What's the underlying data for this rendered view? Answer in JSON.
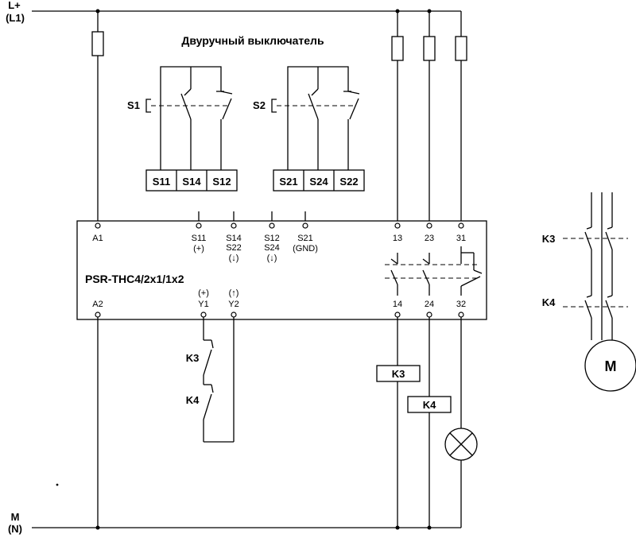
{
  "supply": {
    "top_label": "L+",
    "top_sub": "(L1)",
    "bottom_label": "M",
    "bottom_sub": "(N)"
  },
  "switch_block": {
    "title": "Двуручный выключатель",
    "s1": "S1",
    "s2": "S2",
    "terminals_left": [
      "S11",
      "S14",
      "S12"
    ],
    "terminals_right": [
      "S21",
      "S24",
      "S22"
    ]
  },
  "relay": {
    "model": "PSR-THC4/2x1/1x2",
    "top_terminals": {
      "a1": "A1",
      "s11": "S11",
      "s11_sub": "(+)",
      "s14": "S14",
      "s22": "S22",
      "s14_sub": "(↓)",
      "s12": "S12",
      "s24": "S24",
      "s12_sub": "(↓)",
      "s21": "S21",
      "s21_sub": "(GND)",
      "t13": "13",
      "t23": "23",
      "t31": "31"
    },
    "bottom_terminals": {
      "a2": "A2",
      "y1_sup": "(+)",
      "y1": "Y1",
      "y2_sup": "(↑)",
      "y2": "Y2",
      "t14": "14",
      "t24": "24",
      "t32": "32"
    }
  },
  "feedback": {
    "k3": "K3",
    "k4": "K4"
  },
  "coils": {
    "k3": "K3",
    "k4": "K4"
  },
  "motor": {
    "k3": "K3",
    "k4": "K4",
    "label": "M"
  }
}
